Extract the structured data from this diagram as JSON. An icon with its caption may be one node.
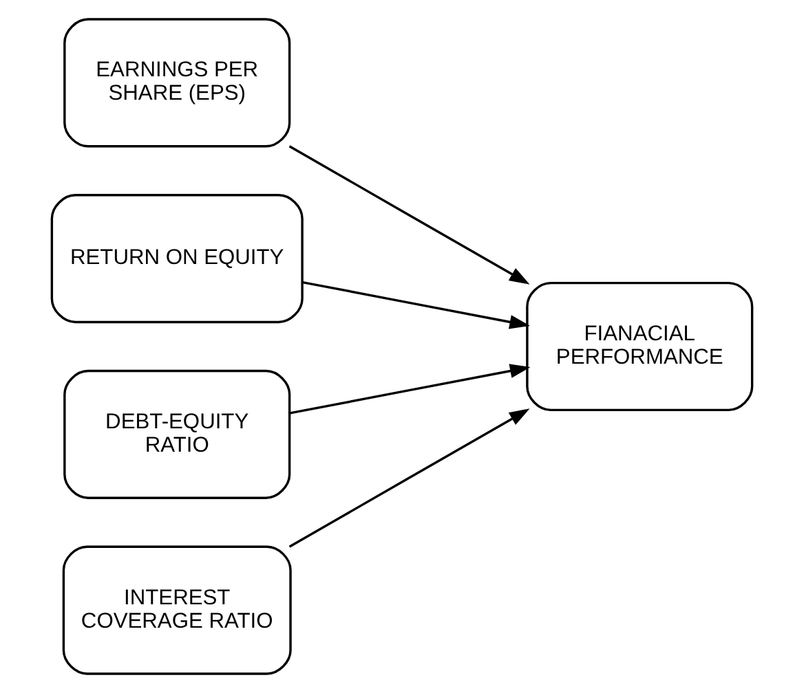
{
  "diagram": {
    "nodes": [
      {
        "text": [
          "EARNINGS PER SHARE (EPS)"
        ]
      },
      {
        "text": [
          "RETURN ON EQUITY"
        ]
      },
      {
        "text": [
          "DEBT-EQUITY RATIO"
        ]
      },
      {
        "text": [
          "INTEREST COVERAGE RATIO"
        ]
      },
      {
        "text": [
          "FIANACIAL PERFORMANCE"
        ]
      }
    ],
    "edges": [
      {
        "from": 0,
        "to": 4,
        "arrow": "to"
      },
      {
        "from": 1,
        "to": 4,
        "arrow": "to"
      },
      {
        "from": 2,
        "to": 4,
        "arrow": "to"
      },
      {
        "from": 3,
        "to": 4,
        "arrow": "to"
      }
    ]
  }
}
